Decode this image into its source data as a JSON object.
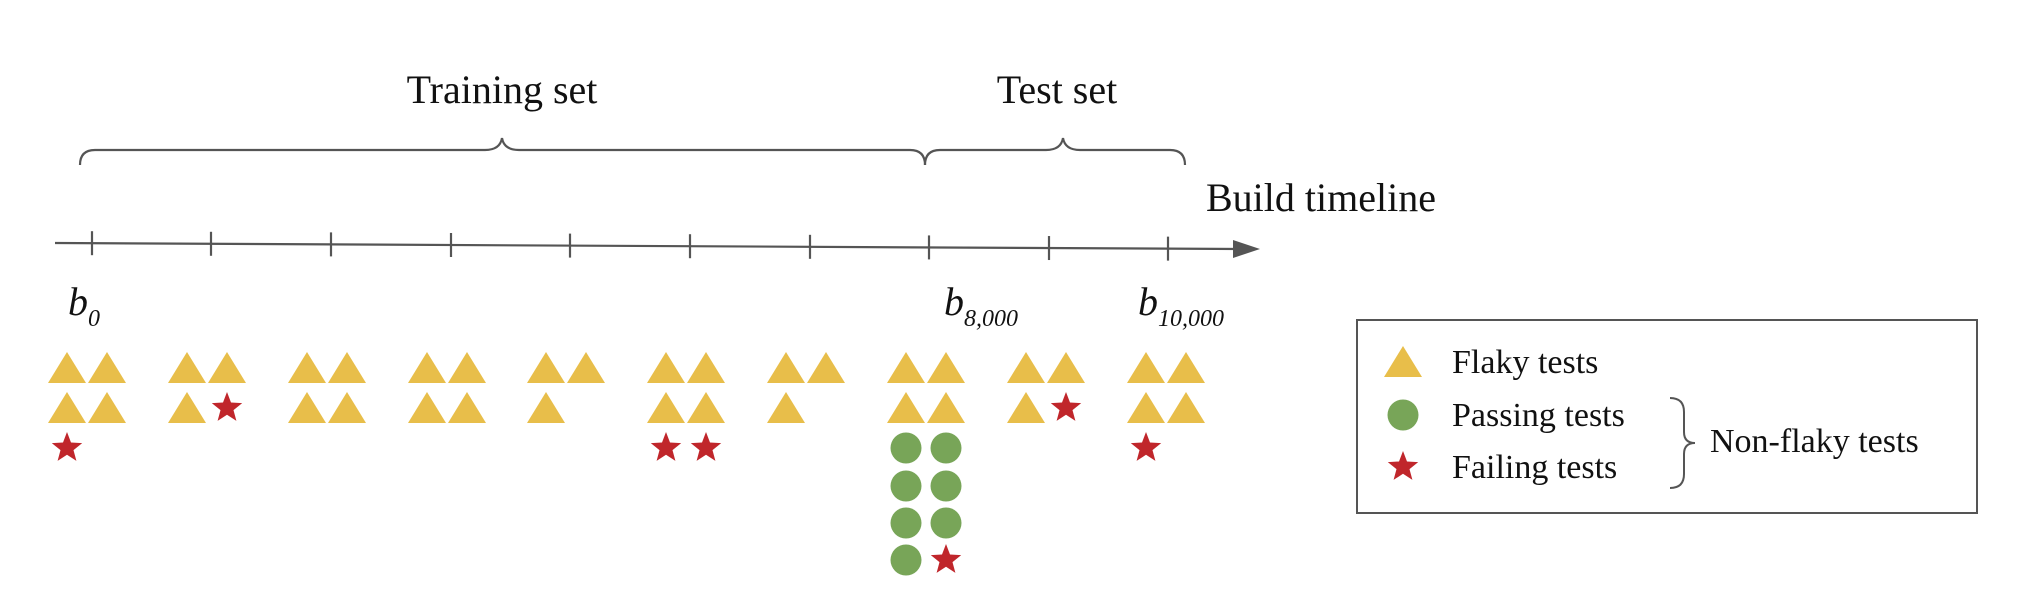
{
  "labels": {
    "training_set": "Training set",
    "test_set": "Test set",
    "build_timeline": "Build timeline"
  },
  "build_markers": [
    {
      "base": "b",
      "sub": "0"
    },
    {
      "base": "b",
      "sub": "8,000"
    },
    {
      "base": "b",
      "sub": "10,000"
    }
  ],
  "legend": {
    "flaky": "Flaky tests",
    "passing": "Passing tests",
    "failing": "Failing tests",
    "group": "Non-flaky tests"
  },
  "colors": {
    "flaky": "#E8BE4A",
    "passing": "#78A558",
    "failing": "#C0262B",
    "line": "#555555"
  },
  "builds": [
    {
      "rows": [
        [
          "flaky",
          "flaky"
        ],
        [
          "flaky",
          "flaky"
        ],
        [
          "failing"
        ]
      ]
    },
    {
      "rows": [
        [
          "flaky",
          "flaky"
        ],
        [
          "flaky",
          "failing"
        ]
      ]
    },
    {
      "rows": [
        [
          "flaky",
          "flaky"
        ],
        [
          "flaky",
          "flaky"
        ]
      ]
    },
    {
      "rows": [
        [
          "flaky",
          "flaky"
        ],
        [
          "flaky",
          "flaky"
        ]
      ]
    },
    {
      "rows": [
        [
          "flaky",
          "flaky"
        ],
        [
          "flaky"
        ]
      ]
    },
    {
      "rows": [
        [
          "flaky",
          "flaky"
        ],
        [
          "flaky",
          "flaky"
        ],
        [
          "failing",
          "failing"
        ]
      ]
    },
    {
      "rows": [
        [
          "flaky",
          "flaky"
        ],
        [
          "flaky"
        ]
      ]
    },
    {
      "rows": [
        [
          "flaky",
          "flaky"
        ],
        [
          "flaky",
          "flaky"
        ],
        [
          "passing",
          "passing"
        ],
        [
          "passing",
          "passing"
        ],
        [
          "passing",
          "passing"
        ],
        [
          "passing",
          "failing"
        ]
      ]
    },
    {
      "rows": [
        [
          "flaky",
          "flaky"
        ],
        [
          "flaky",
          "failing"
        ]
      ]
    },
    {
      "rows": [
        [
          "flaky",
          "flaky"
        ],
        [
          "flaky",
          "flaky"
        ],
        [
          "failing"
        ]
      ]
    }
  ]
}
